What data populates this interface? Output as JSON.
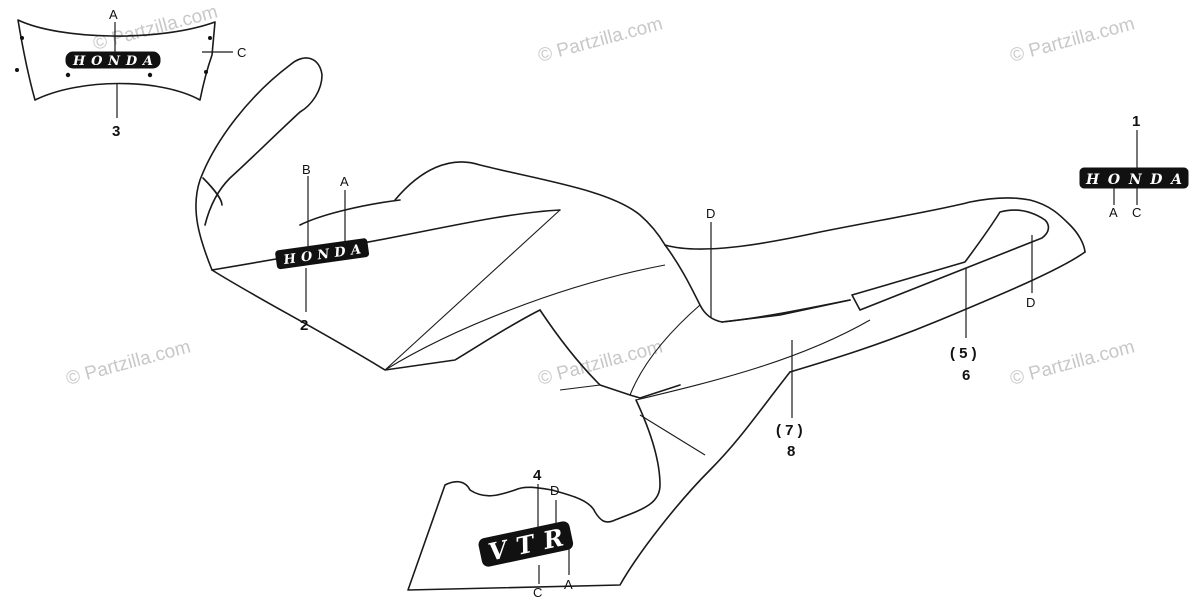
{
  "watermark": "© Partzilla.com",
  "decals": {
    "honda_logo": "HONDA",
    "vtr_logo": "VTR"
  },
  "labels": {
    "part_1": "1",
    "part_2": "2",
    "part_3": "3",
    "part_4": "4",
    "part_5": "( 5 )",
    "part_6": "6",
    "part_7": "( 7 )",
    "part_8": "8",
    "a": "A",
    "b": "B",
    "c": "C",
    "d": "D"
  }
}
